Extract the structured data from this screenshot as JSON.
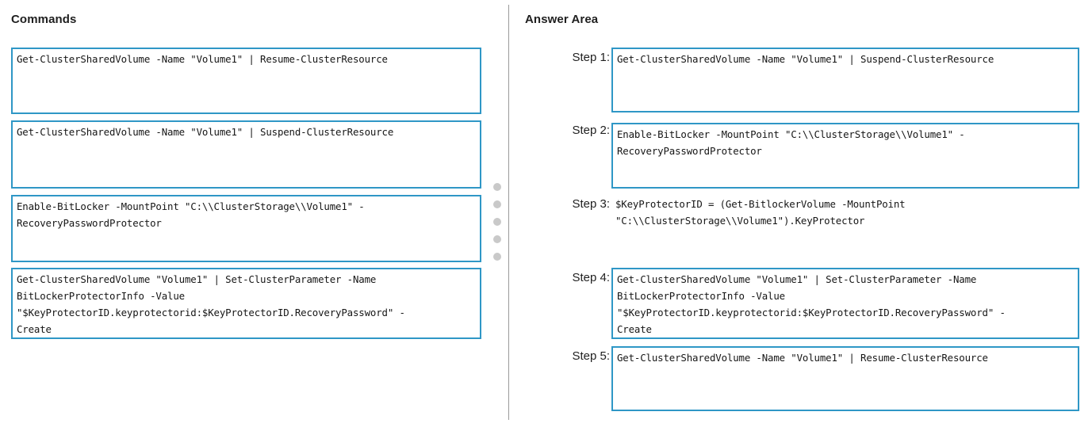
{
  "left_panel": {
    "heading": "Commands",
    "commands": [
      "Get-ClusterSharedVolume -Name \"Volume1\" | Resume-ClusterResource",
      "Get-ClusterSharedVolume -Name \"Volume1\" | Suspend-ClusterResource",
      "Enable-BitLocker -MountPoint \"C:\\\\ClusterStorage\\\\Volume1\" -\nRecoveryPasswordProtector",
      "Get-ClusterSharedVolume \"Volume1\" | Set-ClusterParameter -Name\nBitLockerProtectorInfo -Value\n\"$KeyProtectorID.keyprotectorid:$KeyProtectorID.RecoveryPassword\" -\nCreate"
    ]
  },
  "right_panel": {
    "heading": "Answer Area",
    "steps": [
      {
        "label": "Step 1:",
        "text": "Get-ClusterSharedVolume -Name \"Volume1\" | Suspend-ClusterResource",
        "boxed": true
      },
      {
        "label": "Step 2:",
        "text": "Enable-BitLocker -MountPoint \"C:\\\\ClusterStorage\\\\Volume1\" -\nRecoveryPasswordProtector",
        "boxed": true
      },
      {
        "label": "Step 3:",
        "text": "$KeyProtectorID = (Get-BitlockerVolume -MountPoint\n\"C:\\\\ClusterStorage\\\\Volume1\").KeyProtector",
        "boxed": false
      },
      {
        "label": "Step 4:",
        "text": "Get-ClusterSharedVolume \"Volume1\" | Set-ClusterParameter -Name\nBitLockerProtectorInfo -Value\n\"$KeyProtectorID.keyprotectorid:$KeyProtectorID.RecoveryPassword\" -\nCreate",
        "boxed": true
      },
      {
        "label": "Step 5:",
        "text": "Get-ClusterSharedVolume -Name \"Volume1\" | Resume-ClusterResource",
        "boxed": true
      }
    ]
  },
  "colors": {
    "box_border": "#2f97c6",
    "divider": "#9a9a9a",
    "dot": "#c9c9c9",
    "background": "#ffffff",
    "text": "#161616"
  },
  "drag_handle": {
    "dot_count": 5
  }
}
